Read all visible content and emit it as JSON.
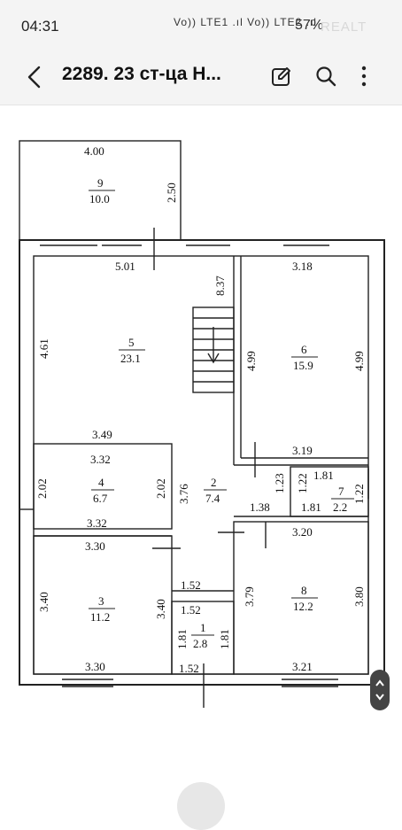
{
  "status_bar": {
    "time": "04:31",
    "network": "Vo)) LTE1 .ıl Vo)) LTE2 .ıl",
    "battery": "57%",
    "watermark": "REALT"
  },
  "app_bar": {
    "title": "2289. 23 ст-ца Н...",
    "icons": [
      "back-icon",
      "edit-icon",
      "search-icon",
      "more-icon"
    ]
  },
  "floor_plan": {
    "dims": {
      "d400": "4.00",
      "d250": "2.50",
      "d501": "5.01",
      "d837": "8.37",
      "d318": "3.18",
      "d461": "4.61",
      "d499a": "4.99",
      "d499b": "4.99",
      "d349": "3.49",
      "d319": "3.19",
      "d332a": "3.32",
      "d202a": "2.02",
      "d202b": "2.02",
      "d376": "3.76",
      "d123a": "1.23",
      "d123b": "1.22",
      "d181a": "1.81",
      "d122": "1.22",
      "d138": "1.38",
      "d181b": "1.81",
      "d332b": "3.32",
      "d330a": "3.30",
      "d320": "3.20",
      "d152a": "1.52",
      "d340a": "3.40",
      "d340b": "3.40",
      "d379": "3.79",
      "d380": "3.80",
      "d152b": "1.52",
      "d181c": "1.81",
      "d181d": "1.81",
      "d330b": "3.30",
      "d152c": "1.52",
      "d321": "3.21"
    },
    "rooms": [
      {
        "number": "9",
        "area": "10.0"
      },
      {
        "number": "5",
        "area": "23.1"
      },
      {
        "number": "6",
        "area": "15.9"
      },
      {
        "number": "4",
        "area": "6.7"
      },
      {
        "number": "2",
        "area": "7.4"
      },
      {
        "number": "7",
        "area": "2.2"
      },
      {
        "number": "3",
        "area": "11.2"
      },
      {
        "number": "8",
        "area": "12.2"
      },
      {
        "number": "1",
        "area": "2.8"
      }
    ]
  }
}
